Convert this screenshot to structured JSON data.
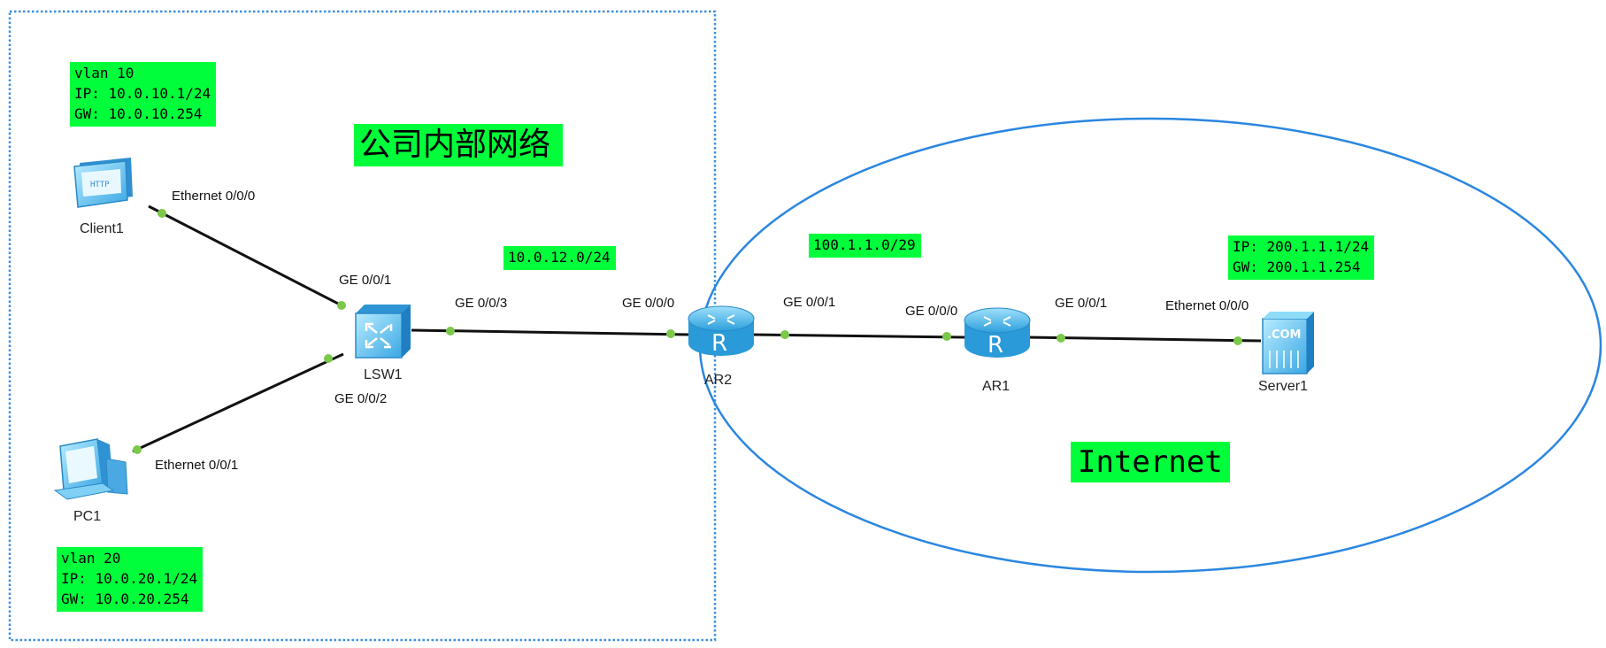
{
  "regions": {
    "internal_title": "公司内部网络",
    "internet_title": "Internet"
  },
  "devices": {
    "client1": "Client1",
    "pc1": "PC1",
    "lsw1": "LSW1",
    "ar2": "AR2",
    "ar1": "AR1",
    "server1": "Server1"
  },
  "ports": {
    "client1_eth": "Ethernet 0/0/0",
    "pc1_eth": "Ethernet 0/0/1",
    "lsw1_ge1": "GE 0/0/1",
    "lsw1_ge2": "GE 0/0/2",
    "lsw1_ge3": "GE 0/0/3",
    "ar2_ge0": "GE 0/0/0",
    "ar2_ge1": "GE 0/0/1",
    "ar1_ge0": "GE 0/0/0",
    "ar1_ge1": "GE 0/0/1",
    "server1_eth": "Ethernet 0/0/0"
  },
  "notes": {
    "vlan10": [
      "vlan 10",
      "IP: 10.0.10.1/24",
      "GW: 10.0.10.254"
    ],
    "vlan20": [
      "vlan 20",
      "IP: 10.0.20.1/24",
      "GW: 10.0.20.254"
    ],
    "subnet_internal": "10.0.12.0/24",
    "subnet_public": "100.1.1.0/29",
    "server": [
      "IP: 200.1.1.1/24",
      "GW: 200.1.1.254"
    ]
  },
  "icons": {
    "client1": "http-client-icon",
    "pc1": "pc-icon",
    "lsw1": "switch-icon",
    "ar2": "router-icon",
    "ar1": "router-icon",
    "server1": "com-server-icon"
  },
  "colors": {
    "note_bg": "#00ff3a",
    "link": "#111111",
    "port_dot": "#7cc84a",
    "internal_border": "#3b8fe0",
    "internet_ellipse": "#2b86e0",
    "device_blue": "#4fb3ea"
  }
}
